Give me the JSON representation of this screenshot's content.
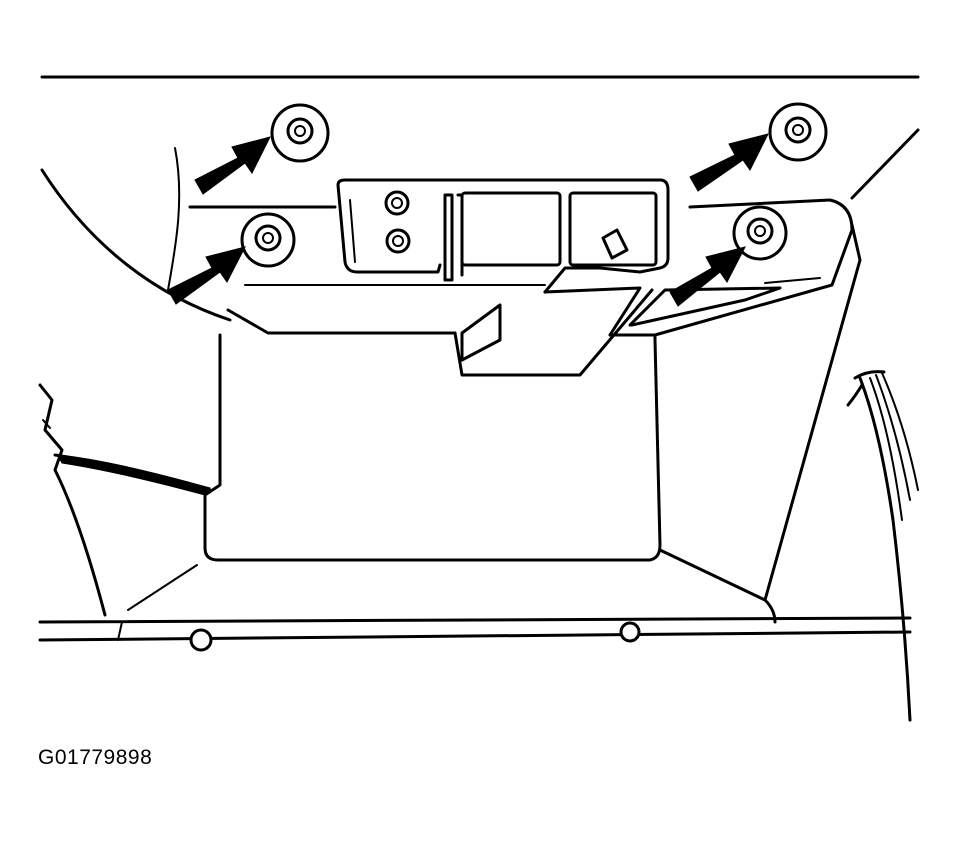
{
  "figure": {
    "id_label": "G01779898"
  },
  "colors": {
    "ink": "#000000",
    "paper": "#ffffff"
  },
  "callouts": [
    {
      "name": "top-left-fastener",
      "icon": "arrow-icon"
    },
    {
      "name": "lower-left-fastener",
      "icon": "arrow-icon"
    },
    {
      "name": "top-right-fastener",
      "icon": "arrow-icon"
    },
    {
      "name": "lower-right-fastener",
      "icon": "arrow-icon"
    }
  ]
}
